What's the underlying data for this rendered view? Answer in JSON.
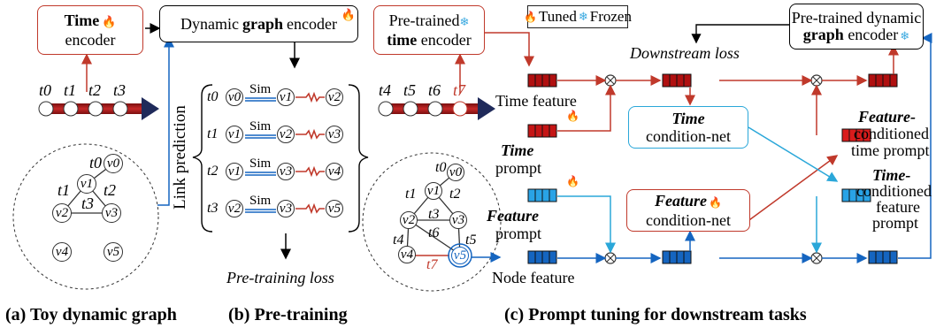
{
  "panel_a": {
    "encoder_bold": "Time",
    "encoder_rest": "encoder",
    "time_labels": [
      "t0",
      "t1",
      "t2",
      "t3"
    ],
    "graph_nodes": [
      "v0",
      "v1",
      "v2",
      "v3",
      "v4",
      "v5"
    ],
    "edge_labels": [
      "t0",
      "t1",
      "t2",
      "t3"
    ],
    "caption": "(a) Toy dynamic graph"
  },
  "panel_b": {
    "encoder_pre": "Dynamic",
    "encoder_bold": "graph",
    "encoder_post": "encoder",
    "side_label": "Link prediction",
    "sim_label": "Sim",
    "rows": [
      {
        "t": "t0",
        "a": "v0",
        "b": "v1",
        "c": "v2"
      },
      {
        "t": "t1",
        "a": "v1",
        "b": "v2",
        "c": "v3"
      },
      {
        "t": "t2",
        "a": "v1",
        "b": "v3",
        "c": "v4"
      },
      {
        "t": "t3",
        "a": "v2",
        "b": "v3",
        "c": "v5"
      }
    ],
    "loss": "Pre-training loss",
    "caption": "(b) Pre-training"
  },
  "panel_c": {
    "pretrained_time_line1": "Pre-trained",
    "pretrained_time_bold": "time",
    "pretrained_time_rest": "encoder",
    "legend_tuned": "Tuned",
    "legend_frozen": "Frozen",
    "pretrained_graph_line1": "Pre-trained dynamic",
    "pretrained_graph_bold": "graph",
    "pretrained_graph_rest": "encoder",
    "downstream_loss": "Downstream loss",
    "time_labels": [
      "t4",
      "t5",
      "t6",
      "t7"
    ],
    "time_feature": "Time feature",
    "time_prompt_bold": "Time",
    "time_prompt_rest": "prompt",
    "feature_prompt_bold": "Feature",
    "feature_prompt_rest": "prompt",
    "node_feature": "Node feature",
    "time_cond_bold": "Time",
    "time_cond_rest": "condition-net",
    "feature_cond_bold": "Feature",
    "feature_cond_rest": "condition-net",
    "fc_time_prompt_bold": "Feature-",
    "fc_time_prompt_line2": "conditioned",
    "fc_time_prompt_line3": "time prompt",
    "tc_feature_prompt_bold": "Time-",
    "tc_feature_prompt_line2": "conditioned",
    "tc_feature_prompt_line3": "feature",
    "tc_feature_prompt_line4": "prompt",
    "edge_labels": [
      "t0",
      "t1",
      "t2",
      "t3",
      "t4",
      "t5",
      "t6",
      "t7"
    ],
    "caption": "(c) Prompt tuning for downstream tasks"
  },
  "colors": {
    "red": "#c0392b",
    "dark_red": "#b01010",
    "blue": "#1565c0",
    "cyan": "#2aa7d9",
    "light_blue": "#29a3e6"
  }
}
